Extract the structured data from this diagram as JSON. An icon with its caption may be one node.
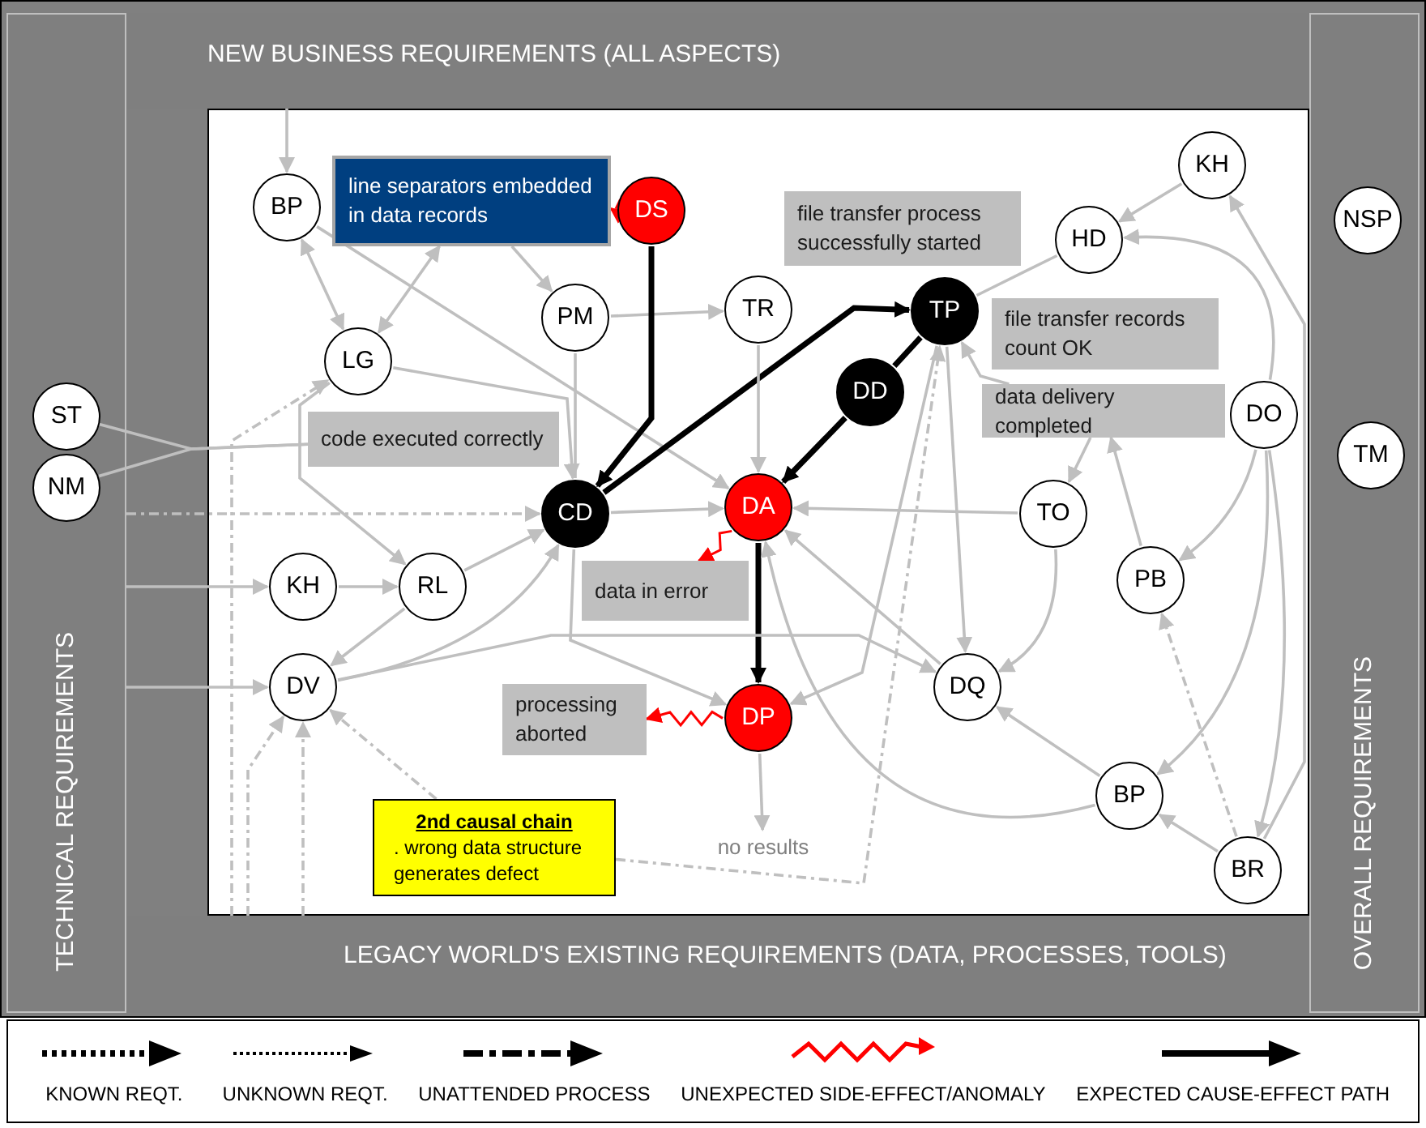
{
  "diagram": {
    "nodes": [
      {
        "text": [
          "NEW  BUSINESS REQUIREMENTS  (ALL ASPECTS)"
        ]
      },
      {
        "text": [
          "TECHNICAL REQUIREMENTS"
        ]
      },
      {
        "text": [
          "OVERALL REQUIREMENTS"
        ]
      },
      {
        "text": [
          "LEGACY WORLD'S EXISTING REQUIREMENTS  (DATA, PROCESSES, TOOLS)"
        ]
      },
      {
        "text": [
          "BP"
        ]
      },
      {
        "text": [
          "line separators embedded in data records"
        ]
      },
      {
        "text": [
          "DS"
        ]
      },
      {
        "text": [
          "KH"
        ]
      },
      {
        "text": [
          "NSP"
        ],
        "in": 2
      },
      {
        "text": [
          "file transfer process successfully started"
        ]
      },
      {
        "text": [
          "HD"
        ]
      },
      {
        "text": [
          "PM"
        ]
      },
      {
        "text": [
          "TR"
        ]
      },
      {
        "text": [
          "TP"
        ]
      },
      {
        "text": [
          "file transfer records count OK"
        ]
      },
      {
        "text": [
          "LG"
        ]
      },
      {
        "text": [
          "DD"
        ]
      },
      {
        "text": [
          "ST"
        ],
        "in": 1
      },
      {
        "text": [
          "code executed correctly"
        ]
      },
      {
        "text": [
          "data delivery completed"
        ]
      },
      {
        "text": [
          "DO"
        ]
      },
      {
        "text": [
          "TM"
        ],
        "in": 2
      },
      {
        "text": [
          "NM"
        ],
        "in": 1
      },
      {
        "text": [
          "CD"
        ]
      },
      {
        "text": [
          "DA"
        ]
      },
      {
        "text": [
          "TO"
        ]
      },
      {
        "text": [
          "KH"
        ]
      },
      {
        "text": [
          "RL"
        ]
      },
      {
        "text": [
          "data in error"
        ]
      },
      {
        "text": [
          "PB"
        ]
      },
      {
        "text": [
          "DV"
        ]
      },
      {
        "text": [
          "DQ"
        ]
      },
      {
        "text": [
          "processing aborted"
        ]
      },
      {
        "text": [
          "DP"
        ]
      },
      {
        "text": [
          "BP"
        ]
      },
      {
        "text": [
          "2nd  causal chain",
          ". wrong data structure generates defect"
        ]
      },
      {
        "text": [
          "no results"
        ]
      },
      {
        "text": [
          "BR"
        ]
      }
    ],
    "edges": [
      {
        "from": 0,
        "to": 4,
        "arrow": "to"
      },
      {
        "from": 4,
        "to": 15,
        "arrow": "both"
      },
      {
        "from": 5,
        "to": 15,
        "arrow": "both"
      },
      {
        "from": 5,
        "to": 11,
        "arrow": "to"
      },
      {
        "from": 4,
        "to": 24,
        "arrow": "to"
      },
      {
        "from": 11,
        "to": 12,
        "arrow": "to"
      },
      {
        "from": 11,
        "to": 23,
        "arrow": "none"
      },
      {
        "from": 15,
        "to": 23,
        "arrow": "to"
      },
      {
        "from": 15,
        "to": 27,
        "arrow": "to"
      },
      {
        "from": 6,
        "to": 23,
        "arrow": "to",
        "style": "thick",
        "color": "#000000"
      },
      {
        "from": 23,
        "to": 13,
        "arrow": "to",
        "style": "thick",
        "color": "#000000"
      },
      {
        "from": 13,
        "to": 16,
        "arrow": "none",
        "style": "thick",
        "color": "#000000"
      },
      {
        "from": 16,
        "to": 24,
        "arrow": "to",
        "style": "thick",
        "color": "#000000"
      },
      {
        "from": 6,
        "to": 5,
        "arrow": "to",
        "color": "#ff0000"
      },
      {
        "from": 24,
        "to": 28,
        "arrow": "to",
        "color": "#ff0000"
      },
      {
        "from": 33,
        "to": 32,
        "arrow": "to",
        "color": "#ff0000"
      },
      {
        "from": 24,
        "to": 33,
        "arrow": "to",
        "style": "thick",
        "color": "#000000"
      },
      {
        "from": 12,
        "to": 24,
        "arrow": "to"
      },
      {
        "from": 23,
        "to": 24,
        "arrow": "to"
      },
      {
        "from": 23,
        "to": 33,
        "arrow": "to"
      },
      {
        "from": 25,
        "to": 24,
        "arrow": "to"
      },
      {
        "from": 25,
        "to": 31,
        "arrow": "to"
      },
      {
        "from": 31,
        "to": 24,
        "arrow": "to"
      },
      {
        "from": 34,
        "to": 24,
        "arrow": "to"
      },
      {
        "from": 37,
        "to": 34,
        "arrow": "to"
      },
      {
        "from": 37,
        "to": 29,
        "arrow": "to",
        "style": "dashed"
      },
      {
        "from": 34,
        "to": 31,
        "arrow": "to"
      },
      {
        "from": 20,
        "to": 34,
        "arrow": "to"
      },
      {
        "from": 20,
        "to": 29,
        "arrow": "to"
      },
      {
        "from": 20,
        "to": 10,
        "arrow": "to"
      },
      {
        "from": 7,
        "to": 10,
        "arrow": "to"
      },
      {
        "from": 37,
        "to": 7,
        "arrow": "to"
      },
      {
        "from": 20,
        "to": 37,
        "arrow": "to"
      },
      {
        "from": 13,
        "to": 31,
        "arrow": "to"
      },
      {
        "from": 13,
        "to": 33,
        "arrow": "to"
      },
      {
        "from": 10,
        "to": 13,
        "arrow": "none"
      },
      {
        "from": 19,
        "to": 13,
        "arrow": "to"
      },
      {
        "from": 19,
        "to": 25,
        "arrow": "to"
      },
      {
        "from": 29,
        "to": 19,
        "arrow": "to"
      },
      {
        "from": 26,
        "to": 27,
        "arrow": "to"
      },
      {
        "from": 27,
        "to": 23,
        "arrow": "to"
      },
      {
        "from": 27,
        "to": 30,
        "arrow": "to"
      },
      {
        "from": 30,
        "to": 23,
        "arrow": "to"
      },
      {
        "from": 30,
        "to": 31,
        "arrow": "to"
      },
      {
        "from": 1,
        "to": 26,
        "arrow": "to"
      },
      {
        "from": 1,
        "to": 30,
        "arrow": "to"
      },
      {
        "from": 1,
        "to": 23,
        "arrow": "to",
        "style": "dashed"
      },
      {
        "from": 3,
        "to": 15,
        "arrow": "to",
        "style": "dashed"
      },
      {
        "from": 3,
        "to": 30,
        "arrow": "to",
        "style": "dashed"
      },
      {
        "from": 3,
        "to": 30,
        "arrow": "to",
        "style": "dashed"
      },
      {
        "from": 17,
        "to": 18,
        "arrow": "none"
      },
      {
        "from": 22,
        "to": 18,
        "arrow": "none"
      },
      {
        "from": 35,
        "to": 30,
        "arrow": "to",
        "style": "dashed"
      },
      {
        "from": 35,
        "to": 13,
        "arrow": "to",
        "style": "dashed"
      },
      {
        "from": 33,
        "to": 36,
        "arrow": "to"
      }
    ],
    "legend": [
      {
        "text": "KNOWN REQT."
      },
      {
        "text": "UNKNOWN REQT."
      },
      {
        "text": "UNATTENDED PROCESS"
      },
      {
        "text": "UNEXPECTED SIDE-EFFECT/ANOMALY"
      },
      {
        "text": "EXPECTED CAUSE-EFFECT PATH"
      }
    ]
  }
}
